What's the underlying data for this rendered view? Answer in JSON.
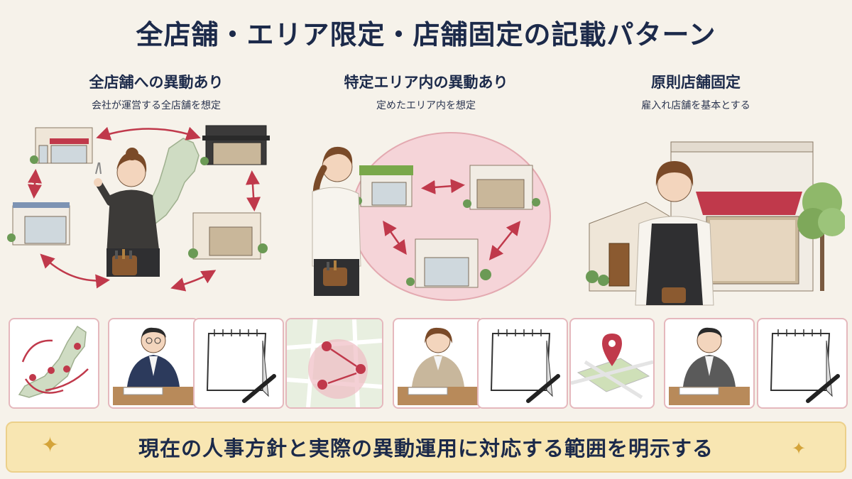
{
  "title": "全店舗・エリア限定・店舗固定の記載パターン",
  "columns": [
    {
      "heading": "全店舗への異動あり",
      "subheading": "会社が運営する全店舗を想定"
    },
    {
      "heading": "特定エリア内の異動あり",
      "subheading": "定めたエリア内を想定"
    },
    {
      "heading": "原則店舗固定",
      "subheading": "雇入れ店舗を基本とする"
    }
  ],
  "banner": {
    "text": "現在の人事方針と実際の異動運用に対応する範囲を明示する"
  },
  "icons": [
    "japan-map-icon",
    "signing-man-icon",
    "calendar-pen-icon",
    "area-map-icon",
    "signing-woman-icon",
    "calendar-pen-icon",
    "single-pin-icon",
    "signing-man-icon",
    "calendar-pen-icon"
  ],
  "colors": {
    "accent": "#c0394b",
    "navy": "#1c2a4a",
    "banner": "#f8e6b2",
    "tile_border": "#e5b8bd"
  }
}
